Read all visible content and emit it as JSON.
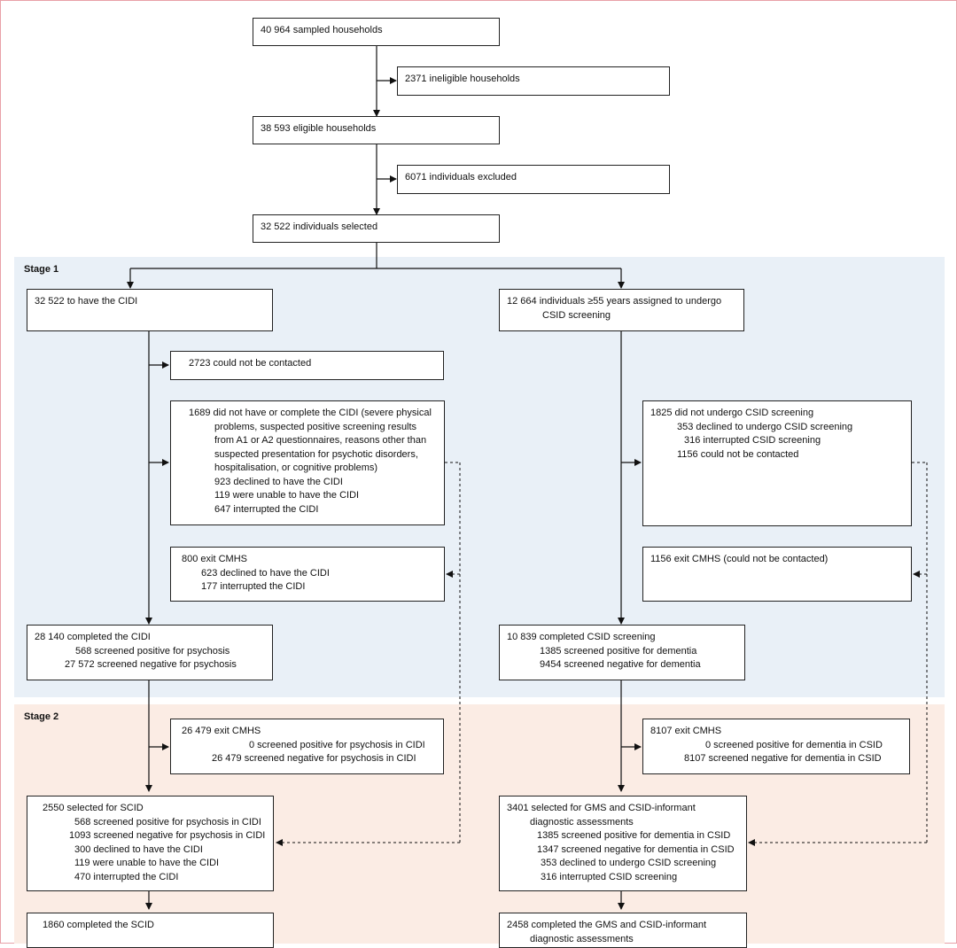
{
  "stages": {
    "stage1": "Stage 1",
    "stage2": "Stage 2"
  },
  "boxes": {
    "sampled": [
      "40 964 sampled households"
    ],
    "ineligible": [
      "2371 ineligible households"
    ],
    "eligible": [
      "38 593 eligible households"
    ],
    "excluded": [
      "6071 individuals excluded"
    ],
    "selected": [
      "32 522 individuals selected"
    ],
    "cidi": [
      "32 522 to have the CIDI"
    ],
    "csid": [
      "12 664 individuals ≥55 years assigned to undergo",
      "CSID screening"
    ],
    "not_contacted": [
      "2723 could not be contacted"
    ],
    "not_complete_cidi": [
      "1689 did not have or complete the CIDI (severe physical",
      "problems, suspected positive screening results",
      "from A1 or A2 questionnaires, reasons other than",
      "suspected presentation for psychotic disorders,",
      "hospitalisation, or cognitive problems)",
      "923 declined to have the CIDI",
      "119 were unable to have the CIDI",
      "647 interrupted the CIDI"
    ],
    "not_csid": [
      "1825 did not undergo CSID screening",
      "353 declined to undergo CSID screening",
      "316 interrupted CSID screening",
      "1156 could not be contacted"
    ],
    "exit_800": [
      "800 exit CMHS",
      "623 declined to have the CIDI",
      "177 interrupted the CIDI"
    ],
    "exit_1156": [
      "1156 exit CMHS (could not be contacted)"
    ],
    "completed_cidi": [
      "28 140 completed the CIDI",
      "568 screened positive for psychosis",
      "27 572 screened negative for psychosis"
    ],
    "completed_csid": [
      "10 839 completed CSID screening",
      "1385 screened positive for dementia",
      "9454 screened negative for dementia"
    ],
    "exit_26479": [
      "26 479 exit CMHS",
      "0 screened positive for psychosis in CIDI",
      "26 479 screened negative for psychosis in CIDI"
    ],
    "exit_8107": [
      "8107 exit CMHS",
      "0 screened positive for dementia in CSID",
      "8107 screened negative for dementia in CSID"
    ],
    "scid_selected": [
      "2550 selected for SCID",
      "568 screened positive for psychosis in CIDI",
      "1093 screened negative for psychosis in CIDI",
      "300 declined to have the CIDI",
      "119 were unable to have the CIDI",
      "470 interrupted the CIDI"
    ],
    "gms_selected": [
      "3401 selected for GMS and CSID-informant",
      "diagnostic assessments",
      "1385 screened positive for dementia in CSID",
      "1347 screened negative for dementia in CSID",
      "353 declined to undergo CSID screening",
      "316 interrupted CSID screening"
    ],
    "scid_completed": [
      "1860 completed the SCID"
    ],
    "gms_completed": [
      "2458 completed the GMS and CSID-informant",
      "diagnostic assessments"
    ]
  }
}
